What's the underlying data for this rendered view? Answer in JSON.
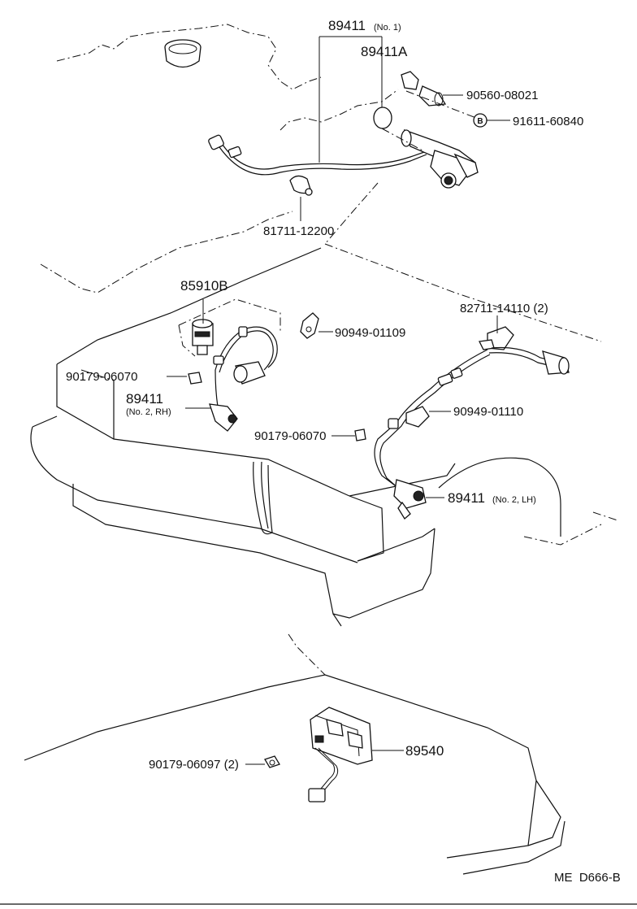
{
  "parts": {
    "p89411_no1": {
      "number": "89411",
      "note": "(No. 1)"
    },
    "p89411A": {
      "number": "89411A"
    },
    "p90560_08021": {
      "number": "90560-08021"
    },
    "p91611_60840": {
      "number": "91611-60840",
      "marker": "B"
    },
    "p81711_12200": {
      "number": "81711-12200"
    },
    "p85910B": {
      "number": "85910B"
    },
    "p90949_01109": {
      "number": "90949-01109"
    },
    "p82711_14110": {
      "number": "82711-14110 (2)"
    },
    "p90179_06070_a": {
      "number": "90179-06070"
    },
    "p89411_no2_rh": {
      "number": "89411",
      "note": "(No. 2, RH)"
    },
    "p90949_01110": {
      "number": "90949-01110"
    },
    "p90179_06070_b": {
      "number": "90179-06070"
    },
    "p89411_no2_lh": {
      "number": "89411",
      "note": "(No. 2, LH)"
    },
    "p89540": {
      "number": "89540"
    },
    "p90179_06097": {
      "number": "90179-06097 (2)"
    }
  },
  "footer": {
    "code": "ME  D666-B"
  }
}
